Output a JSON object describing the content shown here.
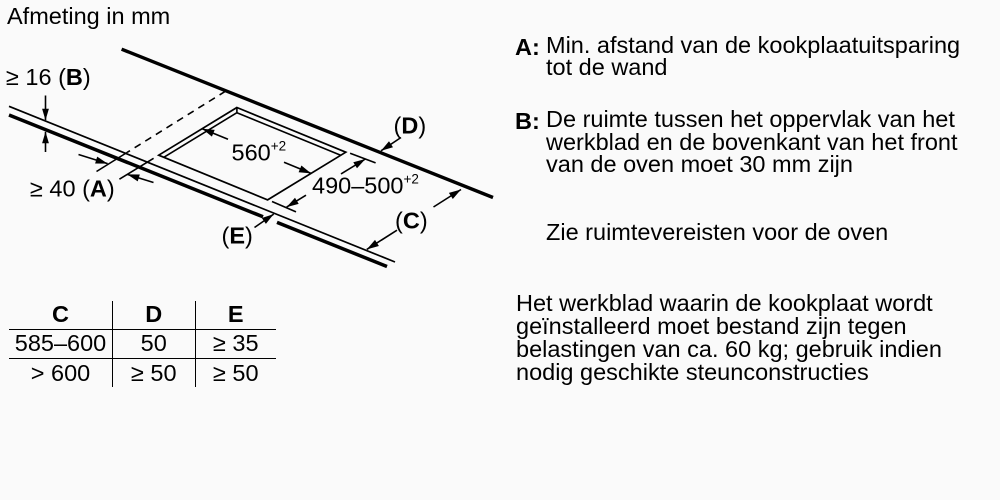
{
  "title": "Afmeting in mm",
  "drawing": {
    "dim_b": {
      "prefix": "≥ 16 (",
      "letter": "B",
      "suffix": ")"
    },
    "dim_a": {
      "prefix": "≥ 40 (",
      "letter": "A",
      "suffix": ")"
    },
    "dim_width": {
      "value": "560",
      "tolerance": "+2"
    },
    "dim_depth": {
      "value": "490–500",
      "tolerance": "+2"
    },
    "label_d": {
      "prefix": "(",
      "letter": "D",
      "suffix": ")"
    },
    "label_c": {
      "prefix": "(",
      "letter": "C",
      "suffix": ")"
    },
    "label_e": {
      "prefix": "(",
      "letter": "E",
      "suffix": ")"
    }
  },
  "table": {
    "headers": [
      "C",
      "D",
      "E"
    ],
    "rows": [
      [
        "585–600",
        "50",
        "≥ 35"
      ],
      [
        "> 600",
        "≥ 50",
        "≥ 50"
      ]
    ]
  },
  "notes": {
    "item_a": {
      "label": "A:",
      "lines": [
        "Min. afstand van de kookplaatuitsparing",
        "tot de wand"
      ]
    },
    "item_b": {
      "label": "B:",
      "lines": [
        "De ruimte tussen het oppervlak van het",
        "werkblad en de bovenkant van het front",
        "van de oven moet 30 mm zijn"
      ]
    },
    "note_oven": "Zie ruimtevereisten voor de oven",
    "note_worktop": {
      "lines": [
        "Het werkblad waarin de kookplaat wordt",
        "geïnstalleerd moet bestand zijn tegen",
        "belastingen van ca. 60 kg; gebruik indien",
        "nodig geschikte steunconstructies"
      ]
    }
  },
  "colors": {
    "ink": "#000000",
    "background": "#fafafa"
  }
}
